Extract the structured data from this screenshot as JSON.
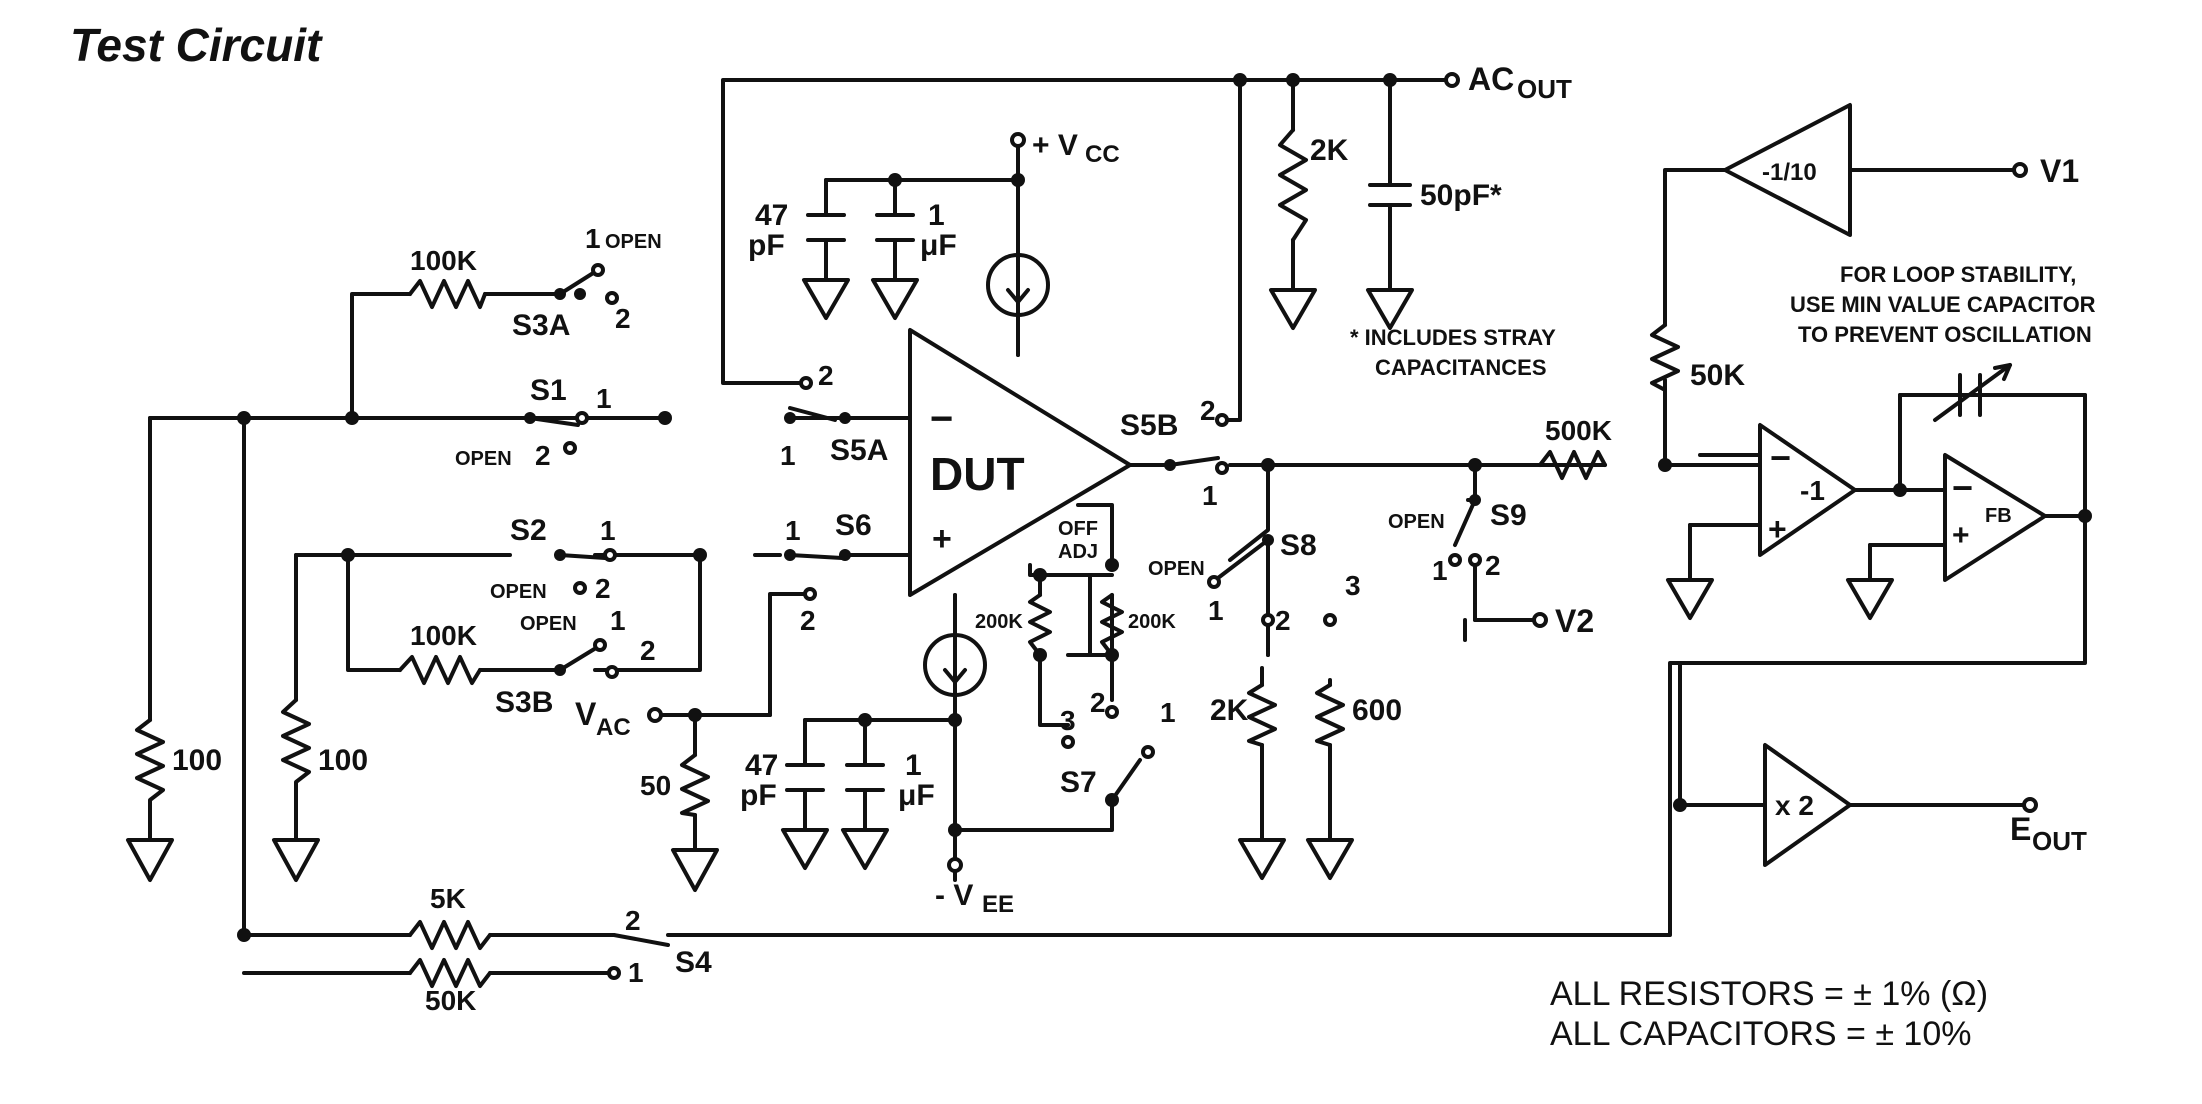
{
  "title": "Test Circuit",
  "dut_label": "DUT",
  "supply": {
    "vcc": "+ V",
    "vcc_sub": "CC",
    "vee": "- V",
    "vee_sub": "EE"
  },
  "outputs": {
    "ac_out": "AC",
    "ac_out_sub": "OUT",
    "v1": "V1",
    "v2": "V2",
    "e_out": "E",
    "e_out_sub": "OUT",
    "v_ac": "V",
    "v_ac_sub": "AC"
  },
  "caps": {
    "c47": "47",
    "pf": "pF",
    "c1": "1",
    "uf": "μF",
    "c50": "50pF*"
  },
  "resistors": {
    "r100k_a": "100K",
    "r100k_b": "100K",
    "r100_a": "100",
    "r100_b": "100",
    "r5k": "5K",
    "r50k": "50K",
    "r50": "50",
    "r200k_a": "200K",
    "r200k_b": "200K",
    "r2k_load": "2K",
    "r600": "600",
    "r2k_out": "2K",
    "r500k": "500K",
    "r50k_fb": "50K"
  },
  "switches": {
    "s1": "S1",
    "s2": "S2",
    "s3a": "S3A",
    "s3b": "S3B",
    "s4": "S4",
    "s5a": "S5A",
    "s5b": "S5B",
    "s6": "S6",
    "s7": "S7",
    "s8": "S8",
    "s9": "S9"
  },
  "contacts": {
    "open": "OPEN",
    "one": "1",
    "two": "2",
    "three": "3",
    "one_open": "1 OPEN",
    "open_two": "OPEN 2"
  },
  "amps": {
    "inv10": "-1/10",
    "inv1": "-1",
    "fb": "FB",
    "x2": "x 2",
    "minus": "−",
    "plus": "+"
  },
  "offset_adj": {
    "line1": "OFF",
    "line2": "ADJ"
  },
  "notes": {
    "stray1": "* INCLUDES STRAY",
    "stray2": "CAPACITANCES",
    "loop1": "FOR LOOP STABILITY,",
    "loop2": "USE MIN VALUE CAPACITOR",
    "loop3": "TO PREVENT OSCILLATION",
    "res_tol": "ALL RESISTORS = ± 1% (Ω)",
    "cap_tol": "ALL CAPACITORS = ± 10%"
  }
}
